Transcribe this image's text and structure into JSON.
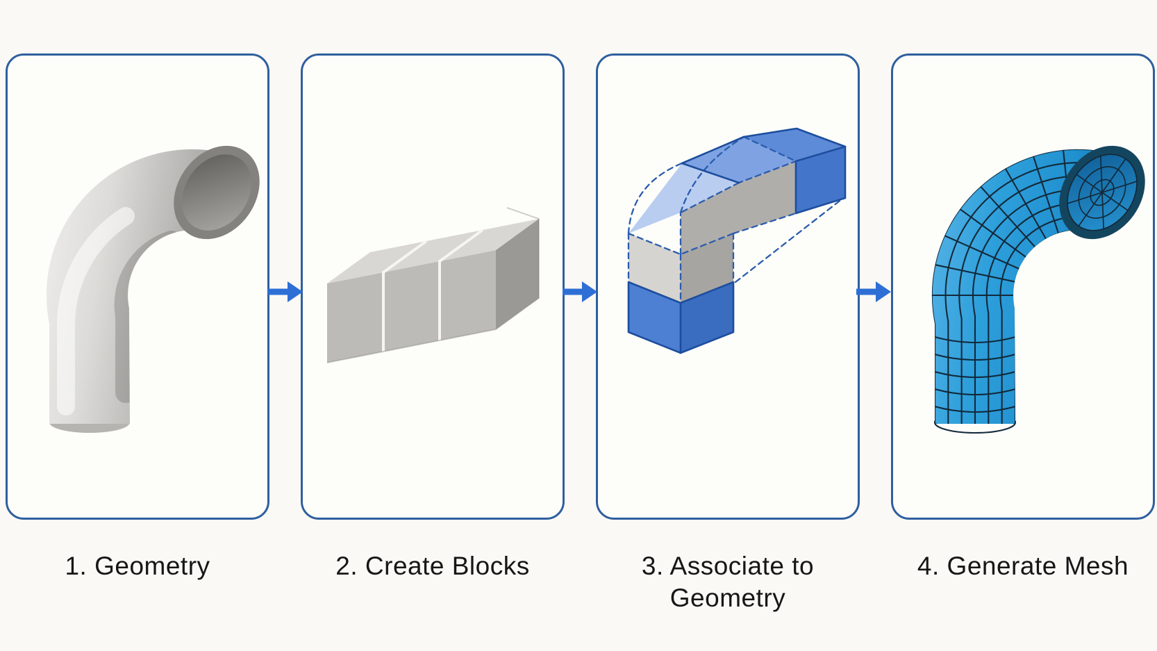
{
  "figure": {
    "type": "process-flow-diagram",
    "description_steps": 4
  },
  "steps": [
    {
      "label": "1. Geometry",
      "illustration": "gray-pipe-elbow"
    },
    {
      "label": "2. Create Blocks",
      "illustration": "three-gray-cubes-row"
    },
    {
      "label": "3. Associate to Geometry",
      "illustration": "blocks-associated-to-elbow"
    },
    {
      "label": "4. Generate Mesh",
      "illustration": "meshed-blue-elbow"
    }
  ],
  "icons": {
    "flow_arrow": "right-arrow"
  },
  "colors": {
    "background": "#faf9f5",
    "panel_background": "#fdfdfa",
    "panel_border": "#2f5f9e",
    "arrow": "#2e6fd6",
    "label_text": "#161616",
    "block_blue": "#4d80d2",
    "block_blue_dark": "#3a6cc0",
    "block_blue_light": "#b9cdf0",
    "block_blue_mid": "#7fa3e2",
    "block_blue_strip": "#5d8bd8",
    "block_blue_end": "#4376cb",
    "block_edge": "#1d4e9e",
    "dashed_edge": "#2b5cad",
    "block_gray_light": "#d6d4d0",
    "block_gray_dark": "#a7a5a1",
    "bend_gray": "#b0aeaa",
    "cube_top_gray": "#d8d7d4",
    "cube_front_gray": "#bcbbb8",
    "cube_end_gray": "#9a9996",
    "mesh_blue": "#2d9fdb",
    "mesh_line": "#13293a",
    "pipe_gray": "#cfcecb"
  }
}
